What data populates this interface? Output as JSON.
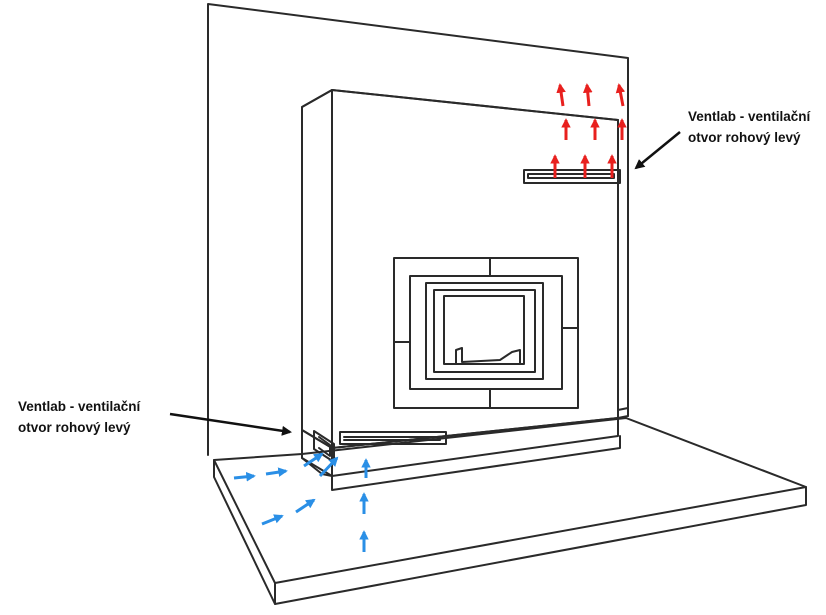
{
  "labels": {
    "top_vent": {
      "line1": "Ventlab - ventilační",
      "line2": "otvor rohový levý"
    },
    "bottom_vent": {
      "line1": "Ventlab - ventilační",
      "line2": "otvor rohový levý"
    }
  },
  "colors": {
    "outline": "#2a2a2a",
    "hot_air_arrows": "#e8201e",
    "cold_air_arrows": "#2a8fe6",
    "pointer_arrows": "#111111",
    "background": "#ffffff"
  },
  "icons": {
    "hot_air": "red-arrow-up-icon",
    "cold_air": "blue-arrow-icon",
    "pointer": "black-pointer-arrow-icon"
  }
}
